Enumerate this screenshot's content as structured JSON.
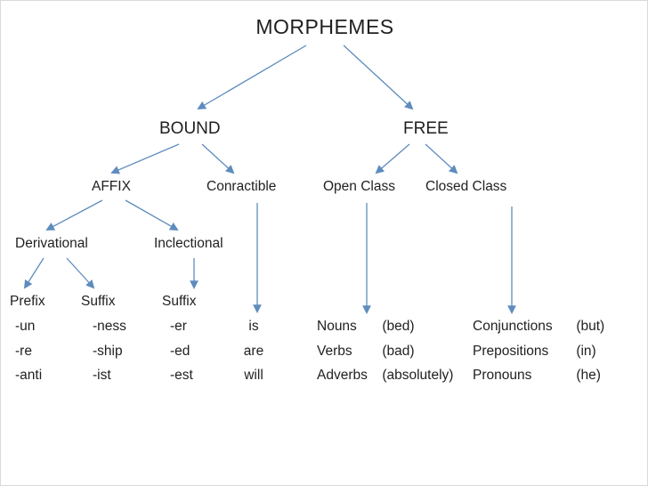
{
  "title": "MORPHEMES",
  "nodes": {
    "bound": "BOUND",
    "free": "FREE",
    "affix": "AFFIX",
    "contractible": "Conractible",
    "open_class": "Open Class",
    "closed_class": "Closed Class",
    "derivational": "Derivational",
    "inflectional": "Inclectional",
    "prefix": "Prefix",
    "suffix_derivational": "Suffix",
    "suffix_inflectional": "Suffix"
  },
  "leaves": {
    "prefix_items": [
      "-un",
      "-re",
      "-anti"
    ],
    "suffix_derivational_items": [
      "-ness",
      "-ship",
      "-ist"
    ],
    "suffix_inflectional_items": [
      "-er",
      "-ed",
      "-est"
    ],
    "contractible_items": [
      "is",
      "are",
      "will"
    ],
    "open_class": [
      {
        "word": "Nouns",
        "example": "(bed)"
      },
      {
        "word": "Verbs",
        "example": "(bad)"
      },
      {
        "word": "Adverbs",
        "example": "(absolutely)"
      }
    ],
    "closed_class": [
      {
        "word": "Conjunctions",
        "example": "(but)"
      },
      {
        "word": "Prepositions",
        "example": "(in)"
      },
      {
        "word": "Pronouns",
        "example": "(he)"
      }
    ]
  },
  "colors": {
    "arrow": "#5e8cbe",
    "text": "#1f1f1f",
    "background": "#ffffff"
  }
}
